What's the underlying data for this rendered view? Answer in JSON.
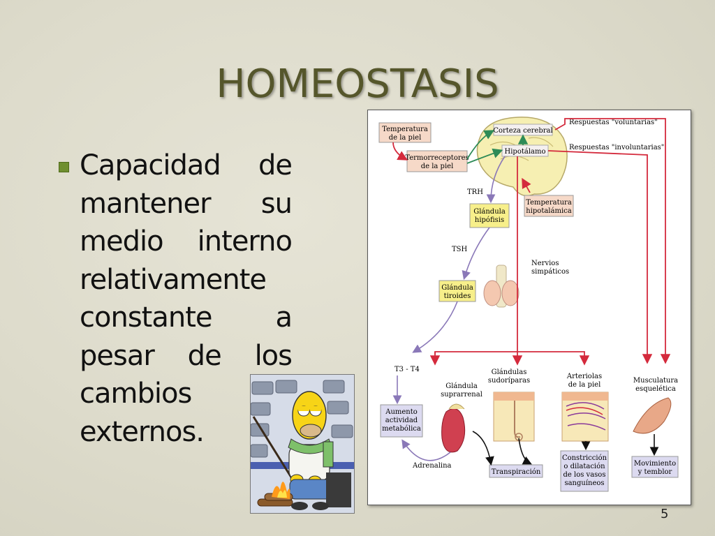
{
  "slide": {
    "title": "HOMEOSTASIS",
    "bullet_text": "Capacidad de mantener su medio interno relativamente constante a pesar de los cambios externos.",
    "page_number": "5"
  },
  "diagram": {
    "labels": {
      "skin_temp": [
        "Temperatura",
        "de la piel"
      ],
      "thermoreceptors": [
        "Termorreceptores",
        "de la piel"
      ],
      "cortex": "Corteza cerebral",
      "hypothalamus": "Hipotálamo",
      "voluntary": "Respuestas \"voluntarias\"",
      "involuntary": "Respuestas \"involuntarias\"",
      "trh": "TRH",
      "pituitary": [
        "Glándula",
        "hipófisis"
      ],
      "hypo_temp": [
        "Temperatura",
        "hipotalámica"
      ],
      "tsh": "TSH",
      "sympathetic": [
        "Nervios",
        "simpáticos"
      ],
      "thyroid": [
        "Glándula",
        "tiroides"
      ],
      "t3t4": "T3 - T4",
      "sweat_glands": [
        "Glándulas",
        "sudoríparas"
      ],
      "arterioles": [
        "Arteriolas",
        "de la piel"
      ],
      "muscles": [
        "Musculatura",
        "esquelética"
      ],
      "adrenal": [
        "Glándula",
        "suprarrenal"
      ],
      "metabolic": [
        "Aumento",
        "actividad",
        "metabólica"
      ],
      "perspiration": "Transpiración",
      "vessels": [
        "Constricción",
        "o dilatación",
        "de los vasos",
        "sanguíneos"
      ],
      "movement": [
        "Movimiento",
        "y temblor"
      ],
      "adrenaline": "Adrenalina"
    }
  },
  "colors": {
    "title": "#55562b",
    "bullet": "#6f8f2f",
    "arrow_red": "#d42a3c",
    "arrow_purple": "#8a78b8",
    "arrow_green": "#2e8b57",
    "box_pink": "#f6d9c8",
    "box_yellow": "#f7ef8a",
    "box_lavender": "#dcdaf0"
  }
}
